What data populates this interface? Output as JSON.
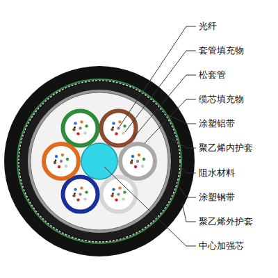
{
  "diagram": {
    "labels": [
      "光纤",
      "套管填充物",
      "松套管",
      "缆芯填充物",
      "涂塑铝带",
      "聚乙烯内护套",
      "阻水材料",
      "涂塑钢带",
      "聚乙烯外护套",
      "中心加强芯"
    ]
  }
}
